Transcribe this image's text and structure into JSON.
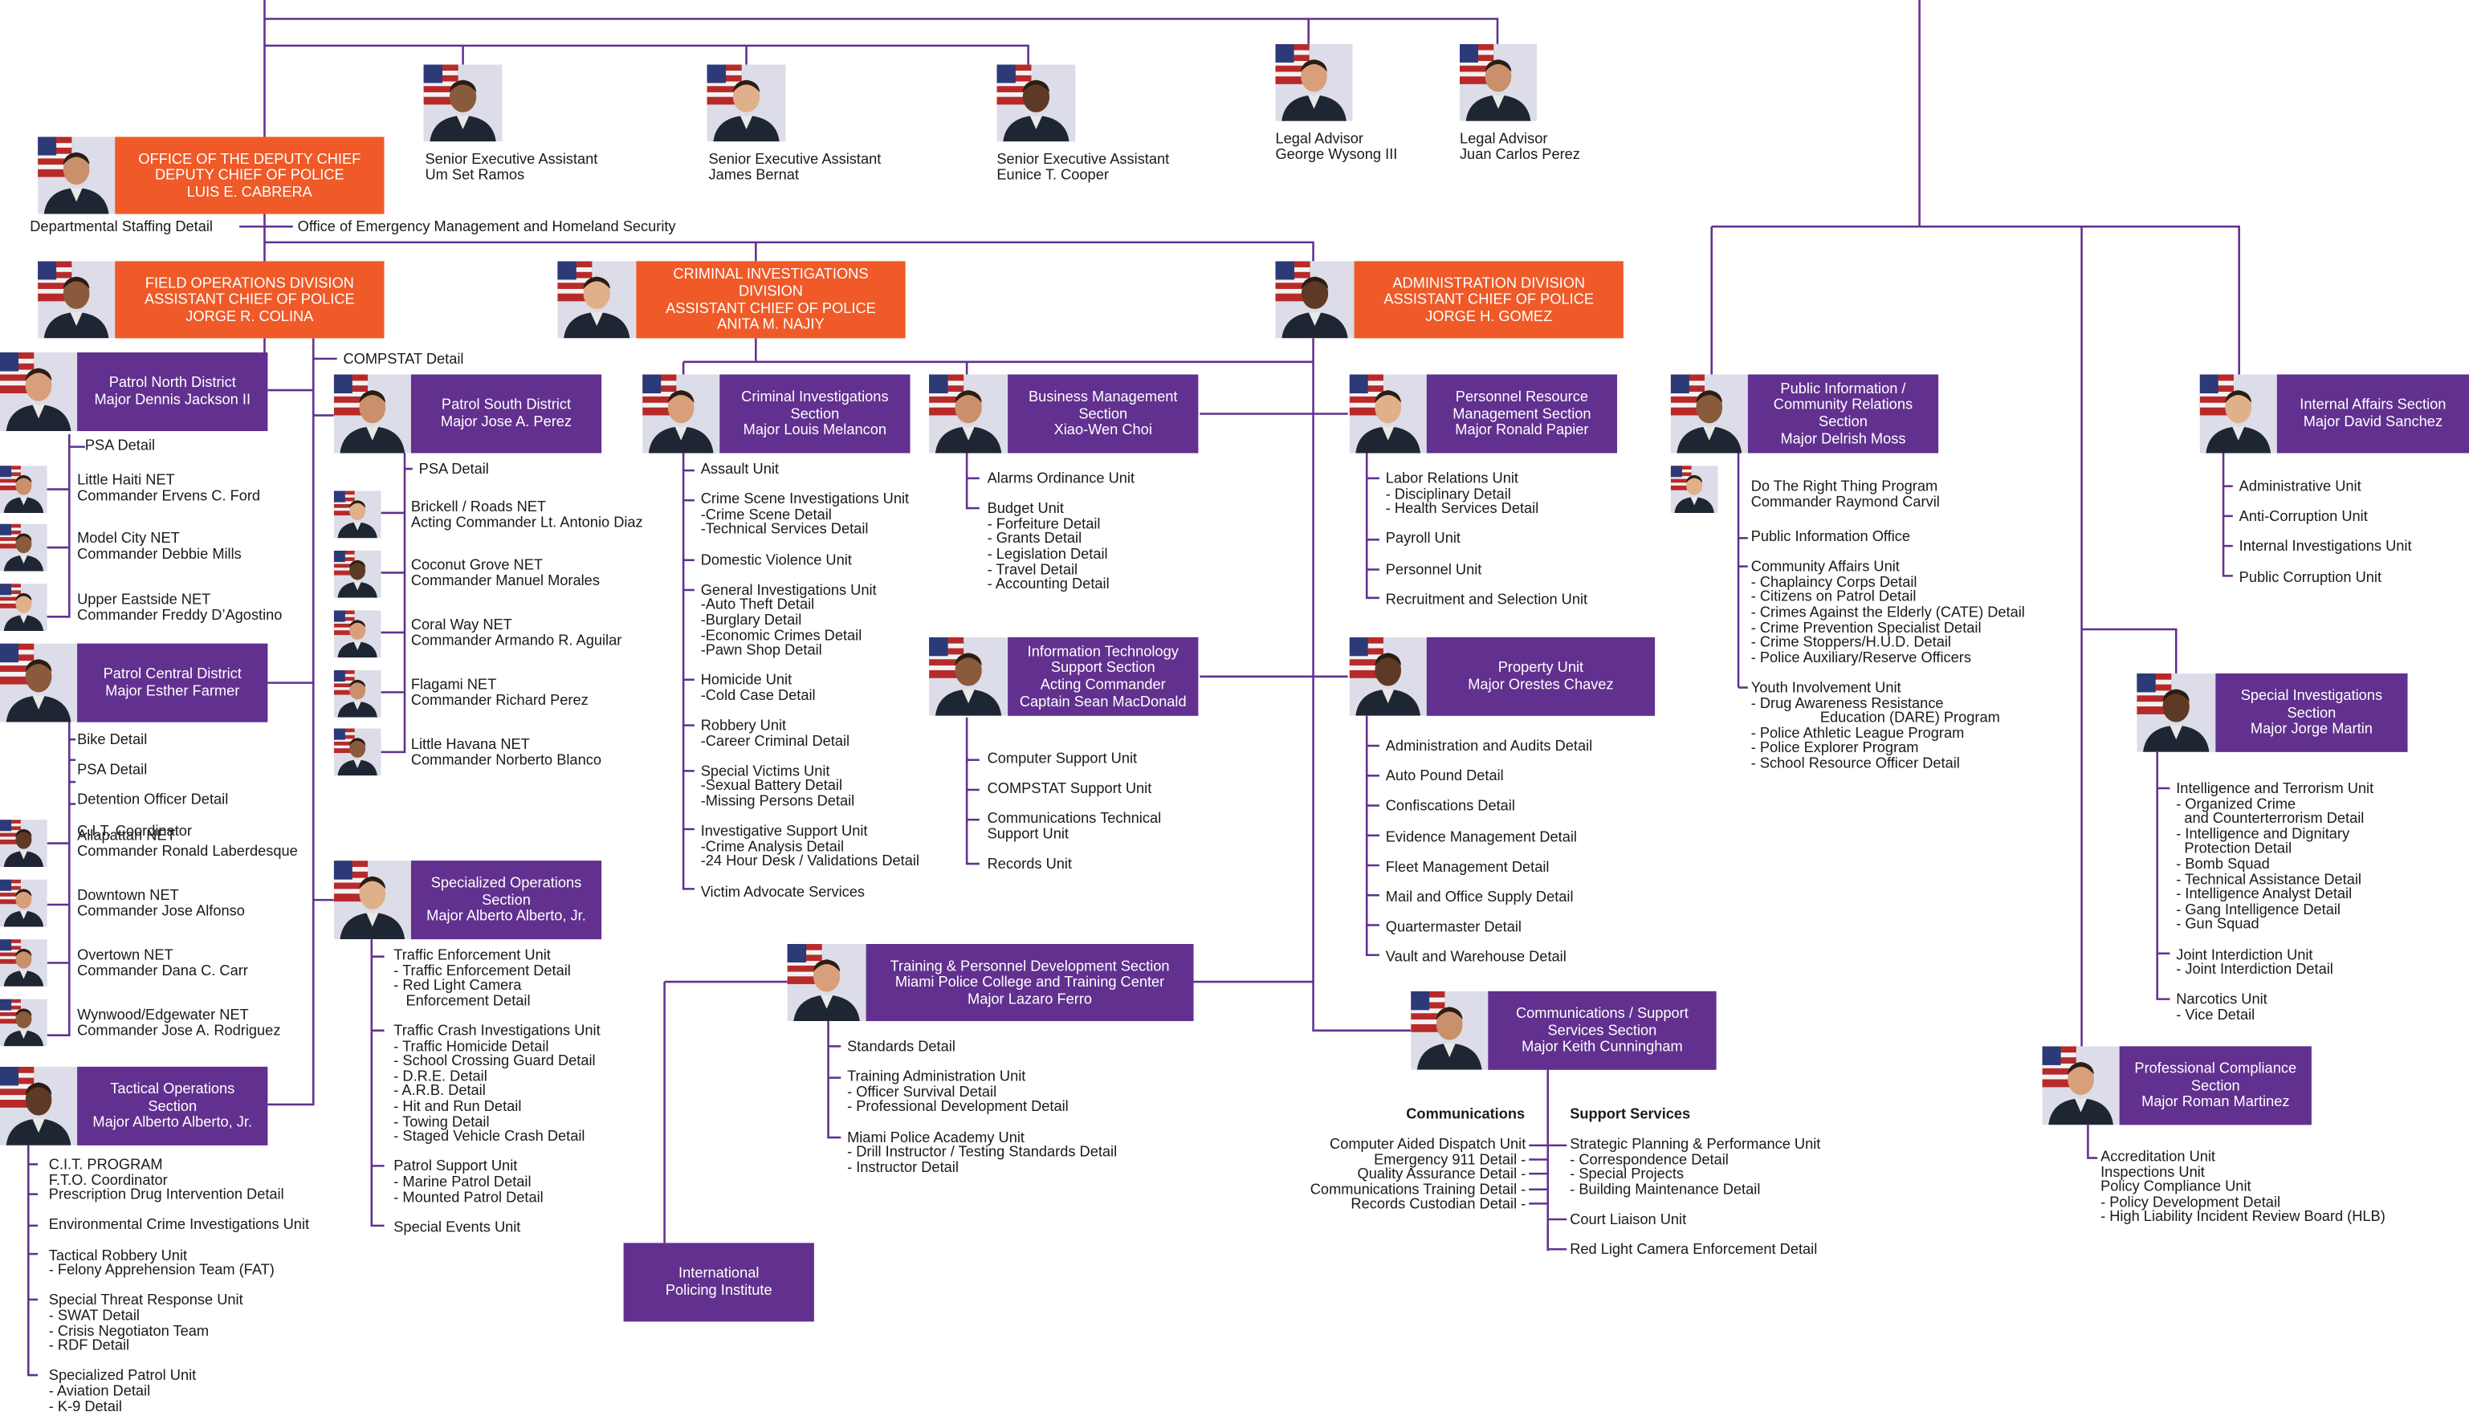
{
  "chart_data": {
    "type": "org-chart",
    "boxes": [
      {
        "id": "deputy",
        "color": "orange",
        "lines": [
          "OFFICE OF THE DEPUTY CHIEF",
          "DEPUTY CHIEF OF POLICE",
          "LUIS E. CABRERA"
        ]
      },
      {
        "id": "fod",
        "color": "orange",
        "lines": [
          "FIELD OPERATIONS DIVISION",
          "ASSISTANT CHIEF OF POLICE",
          "JORGE R. COLINA"
        ]
      },
      {
        "id": "cid",
        "color": "orange",
        "lines": [
          "CRIMINAL INVESTIGATIONS",
          "DIVISION",
          "ASSISTANT CHIEF OF POLICE",
          "ANITA M. NAJIY"
        ]
      },
      {
        "id": "adm",
        "color": "orange",
        "lines": [
          "ADMINISTRATION DIVISION",
          "ASSISTANT CHIEF OF POLICE",
          "JORGE H. GOMEZ"
        ]
      },
      {
        "id": "pnd",
        "color": "purple",
        "lines": [
          "Patrol North District",
          "Major Dennis Jackson II"
        ]
      },
      {
        "id": "psd",
        "color": "purple",
        "lines": [
          "Patrol South District",
          "Major Jose A. Perez"
        ]
      },
      {
        "id": "pcd",
        "color": "purple",
        "lines": [
          "Patrol Central District",
          "Major Esther Farmer"
        ]
      },
      {
        "id": "sos",
        "color": "purple",
        "lines": [
          "Specialized Operations",
          "Section",
          "Major Alberto Alberto, Jr."
        ]
      },
      {
        "id": "tos",
        "color": "purple",
        "lines": [
          "Tactical Operations",
          "Section",
          "Major Alberto Alberto, Jr."
        ]
      },
      {
        "id": "cis",
        "color": "purple",
        "lines": [
          "Criminal Investigations",
          "Section",
          "Major Louis Melancon"
        ]
      },
      {
        "id": "bms",
        "color": "purple",
        "lines": [
          "Business Management",
          "Section",
          "Xiao-Wen Choi"
        ]
      },
      {
        "id": "its",
        "color": "purple",
        "lines": [
          "Information Technology",
          "Support Section",
          "Acting Commander",
          "Captain Sean MacDonald"
        ]
      },
      {
        "id": "prm",
        "color": "purple",
        "lines": [
          "Personnel Resource",
          "Management Section",
          "Major Ronald Papier"
        ]
      },
      {
        "id": "prop",
        "color": "purple",
        "lines": [
          "Property Unit",
          "Major Orestes Chavez"
        ]
      },
      {
        "id": "tpd",
        "color": "purple",
        "lines": [
          "Training & Personnel Development Section",
          "Miami Police College and Training Center",
          "Major Lazaro Ferro"
        ]
      },
      {
        "id": "css",
        "color": "purple",
        "lines": [
          "Communications / Support",
          "Services Section",
          "Major Keith Cunningham"
        ]
      },
      {
        "id": "ipi",
        "color": "purple",
        "lines": [
          "International",
          "Policing Institute"
        ]
      },
      {
        "id": "pio",
        "color": "purple",
        "lines": [
          "Public Information /",
          "Community Relations",
          "Section",
          "Major Delrish Moss"
        ]
      },
      {
        "id": "ias",
        "color": "purple",
        "lines": [
          "Internal Affairs Section",
          "Major David Sanchez"
        ]
      },
      {
        "id": "sis",
        "color": "purple",
        "lines": [
          "Special Investigations",
          "Section",
          "Major Jorge Martin"
        ]
      },
      {
        "id": "pcs",
        "color": "purple",
        "lines": [
          "Professional Compliance",
          "Section",
          "Major Roman Martinez"
        ]
      }
    ],
    "labels": [
      {
        "id": "sea1",
        "lines": [
          "Senior Executive Assistant",
          "Um Set Ramos"
        ]
      },
      {
        "id": "sea2",
        "lines": [
          "Senior Executive Assistant",
          "James Bernat"
        ]
      },
      {
        "id": "sea3",
        "lines": [
          "Senior Executive Assistant",
          "Eunice T. Cooper"
        ]
      },
      {
        "id": "la1",
        "lines": [
          "Legal Advisor",
          "George Wysong III"
        ]
      },
      {
        "id": "la2",
        "lines": [
          "Legal Advisor",
          "Juan Carlos Perez"
        ]
      },
      {
        "id": "dsd",
        "lines": [
          "Departmental Staffing Detail"
        ]
      },
      {
        "id": "oem",
        "lines": [
          "Office of Emergency Management and Homeland Security"
        ]
      },
      {
        "id": "compstat",
        "lines": [
          "COMPSTAT Detail"
        ]
      },
      {
        "id": "pn_psa",
        "lines": [
          "PSA Detail"
        ]
      },
      {
        "id": "pn_lh",
        "lines": [
          "Little Haiti NET",
          "Commander Ervens C. Ford"
        ]
      },
      {
        "id": "pn_mc",
        "lines": [
          "Model City NET",
          "Commander Debbie Mills"
        ]
      },
      {
        "id": "pn_ue",
        "lines": [
          "Upper Eastside NET",
          "Commander Freddy D’Agostino"
        ]
      },
      {
        "id": "pc_list",
        "lines": [
          "Bike Detail",
          "",
          "PSA Detail",
          "",
          "Detention Officer Detail",
          "",
          "C.I.T. Coordinator"
        ]
      },
      {
        "id": "pc_al",
        "lines": [
          "Allapattah NET",
          "Commander Ronald Laberdesque"
        ]
      },
      {
        "id": "pc_dt",
        "lines": [
          "Downtown NET",
          "Commander Jose Alfonso"
        ]
      },
      {
        "id": "pc_ot",
        "lines": [
          "Overtown NET",
          "Commander Dana C. Carr"
        ]
      },
      {
        "id": "pc_ww",
        "lines": [
          "Wynwood/Edgewater NET",
          "Commander Jose A. Rodriguez"
        ]
      },
      {
        "id": "to_list",
        "lines": [
          "C.I.T. PROGRAM",
          "F.T.O. Coordinator",
          "Prescription Drug Intervention Detail",
          "",
          "Environmental Crime Investigations Unit",
          "",
          "Tactical Robbery Unit",
          "- Felony Apprehension Team (FAT)",
          "",
          "Special Threat Response Unit",
          "- SWAT Detail",
          "- Crisis Negotiaton Team",
          "- RDF Detail",
          "",
          "Specialized Patrol Unit",
          "- Aviation Detail",
          "- K-9 Detail"
        ]
      },
      {
        "id": "ps_psa",
        "lines": [
          "PSA Detail"
        ]
      },
      {
        "id": "ps_br",
        "lines": [
          "Brickell / Roads NET",
          "Acting Commander Lt. Antonio Diaz"
        ]
      },
      {
        "id": "ps_cg",
        "lines": [
          "Coconut Grove NET",
          "Commander Manuel Morales"
        ]
      },
      {
        "id": "ps_cw",
        "lines": [
          "Coral Way NET",
          "Commander Armando R. Aguilar"
        ]
      },
      {
        "id": "ps_fl",
        "lines": [
          "Flagami NET",
          "Commander Richard Perez"
        ]
      },
      {
        "id": "ps_lh",
        "lines": [
          "Little Havana NET",
          "Commander Norberto Blanco"
        ]
      },
      {
        "id": "so_list",
        "lines": [
          "Traffic Enforcement Unit",
          "- Traffic Enforcement Detail",
          "- Red Light Camera",
          "   Enforcement Detail",
          "",
          "Traffic Crash Investigations Unit",
          "- Traffic Homicide Detail",
          "- School Crossing Guard Detail",
          "- D.R.E. Detail",
          "- A.R.B. Detail",
          "- Hit and Run Detail",
          "- Towing Detail",
          "- Staged Vehicle Crash Detail",
          "",
          "Patrol Support Unit",
          "- Marine Patrol Detail",
          "- Mounted Patrol Detail",
          "",
          "Special Events Unit"
        ]
      },
      {
        "id": "ci_list",
        "lines": [
          "Assault Unit",
          "",
          "Crime Scene Investigations Unit",
          "-Crime Scene Detail",
          "-Technical Services Detail",
          "",
          "Domestic Violence Unit",
          "",
          "General Investigations Unit",
          "-Auto Theft Detail",
          "-Burglary Detail",
          "-Economic Crimes Detail",
          "-Pawn Shop Detail",
          "",
          "Homicide Unit",
          "-Cold Case Detail",
          "",
          "Robbery Unit",
          "-Career Criminal Detail",
          "",
          "Special Victims Unit",
          "-Sexual Battery Detail",
          "-Missing Persons Detail",
          "",
          "Investigative Support Unit",
          "-Crime Analysis Detail",
          "-24 Hour Desk / Validations Detail",
          "",
          "Victim Advocate Services"
        ]
      },
      {
        "id": "bm_list",
        "lines": [
          "Alarms Ordinance Unit",
          "",
          "Budget Unit",
          "- Forfeiture Detail",
          "- Grants Detail",
          "- Legislation Detail",
          "- Travel Detail",
          "- Accounting Detail"
        ]
      },
      {
        "id": "it_list",
        "lines": [
          "Computer Support Unit",
          "",
          "COMPSTAT Support Unit",
          "",
          "Communications Technical",
          "Support Unit",
          "",
          "Records Unit"
        ]
      },
      {
        "id": "pr_list",
        "lines": [
          "Labor Relations Unit",
          "- Disciplinary Detail",
          "- Health Services Detail",
          "",
          "Payroll Unit",
          "",
          "Personnel Unit",
          "",
          "Recruitment and Selection Unit"
        ]
      },
      {
        "id": "pu_list",
        "lines": [
          "Administration and Audits Detail",
          "",
          "Auto Pound Detail",
          "",
          "Confiscations Detail",
          "",
          "Evidence Management Detail",
          "",
          "Fleet Management Detail",
          "",
          "Mail and Office Supply Detail",
          "",
          "Quartermaster Detail",
          "",
          "Vault and Warehouse Detail"
        ]
      },
      {
        "id": "tp_list",
        "lines": [
          "Standards Detail",
          "",
          "Training Administration Unit",
          "- Officer Survival Detail",
          "- Professional Development Detail",
          "",
          "Miami Police Academy Unit",
          "- Drill Instructor / Testing Standards Detail",
          "- Instructor Detail"
        ]
      },
      {
        "id": "comm_head",
        "lines": [
          "Communications"
        ]
      },
      {
        "id": "comm_list",
        "lines": [
          "Computer Aided Dispatch Unit",
          "Emergency 911 Detail -",
          "Quality Assurance Detail -",
          "Communications Training Detail -",
          "Records Custodian Detail -"
        ]
      },
      {
        "id": "ss_head",
        "lines": [
          "Support Services"
        ]
      },
      {
        "id": "ss_list",
        "lines": [
          "Strategic Planning & Performance Unit",
          "- Correspondence Detail",
          "- Special Projects",
          "- Building Maintenance Detail",
          "",
          "Court Liaison Unit",
          "",
          "Red Light Camera Enforcement Detail"
        ]
      },
      {
        "id": "pi_drp",
        "lines": [
          "Do The Right Thing Program",
          "Commander Raymond Carvil"
        ]
      },
      {
        "id": "pi_list",
        "lines": [
          "Public Information Office",
          "",
          "Community Affairs Unit",
          "- Chaplaincy Corps Detail",
          "- Citizens on Patrol Detail",
          "- Crimes Against the Elderly (CATE) Detail",
          "- Crime Prevention Specialist Detail",
          "- Crime Stoppers/H.U.D. Detail",
          "- Police Auxiliary/Reserve Officers",
          "",
          "Youth Involvement Unit",
          "- Drug Awareness Resistance",
          "                 Education (DARE) Program",
          "- Police Athletic League Program",
          "- Police Explorer Program",
          "- School Resource Officer Detail"
        ]
      },
      {
        "id": "ia_list",
        "lines": [
          "Administrative Unit",
          "",
          "Anti-Corruption Unit",
          "",
          "Internal Investigations Unit",
          "",
          "Public Corruption Unit"
        ]
      },
      {
        "id": "si_list",
        "lines": [
          "Intelligence and Terrorism Unit",
          "- Organized Crime",
          "  and Counterterrorism Detail",
          "- Intelligence and Dignitary",
          "  Protection Detail",
          "- Bomb Squad",
          "- Technical Assistance Detail",
          "- Intelligence Analyst Detail",
          "- Gang Intelligence Detail",
          "- Gun Squad",
          "",
          "Joint Interdiction Unit",
          "- Joint Interdiction Detail",
          "",
          "Narcotics Unit",
          "- Vice Detail"
        ]
      },
      {
        "id": "pc2_list",
        "lines": [
          "Accreditation Unit",
          "Inspections Unit",
          "Policy Compliance Unit",
          "- Policy Development Detail",
          "- High Liability Incident Review Board (HLB)"
        ]
      }
    ],
    "colors": {
      "orange": "#ef5a28",
      "purple": "#62308f",
      "line": "#62308f",
      "text": "#1a1a1a"
    }
  }
}
